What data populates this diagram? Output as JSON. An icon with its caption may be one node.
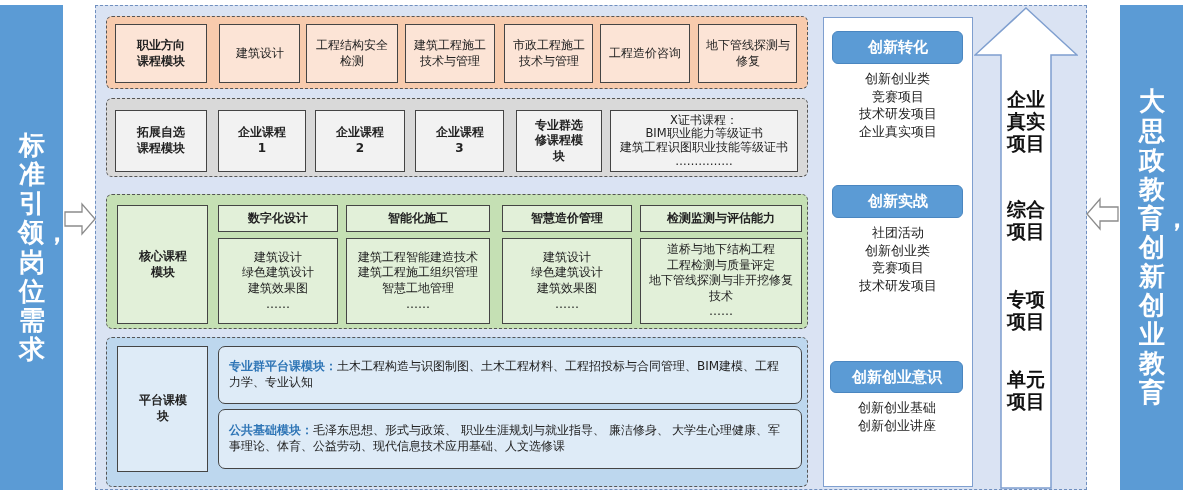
{
  "diagram": {
    "nodes": [
      {
        "text": [
          "标准引领，岗位需求"
        ]
      },
      {
        "text": [],
        "shape": "box"
      },
      {
        "text": [],
        "shape": "box",
        "in": 1
      },
      {
        "text": [
          "职业方向课程模块"
        ],
        "in": 2
      },
      {
        "text": [
          "建筑设计"
        ],
        "in": 2
      },
      {
        "text": [
          "工程结构安全检测"
        ],
        "in": 2
      },
      {
        "text": [
          "建筑工程施工技术与管理"
        ],
        "in": 2
      },
      {
        "text": [
          "市政工程施工技术与管理"
        ],
        "in": 2
      },
      {
        "text": [
          "工程造价咨询"
        ],
        "in": 2
      },
      {
        "text": [
          "地下管线探测与修复"
        ],
        "in": 2
      },
      {
        "text": [],
        "shape": "box",
        "in": 1
      },
      {
        "text": [
          "拓展自选课程模块"
        ],
        "in": 10
      },
      {
        "text": [
          "企业课程1"
        ],
        "in": 10
      },
      {
        "text": [
          "企业课程2"
        ],
        "in": 10
      },
      {
        "text": [
          "企业课程3"
        ],
        "in": 10
      },
      {
        "text": [
          "专业群选修课程模块"
        ],
        "in": 10
      },
      {
        "text": [
          "X证书课程：",
          "BIM职业能力等级证书",
          "建筑工程识图职业技能等级证书",
          "……………"
        ],
        "in": 10
      },
      {
        "text": [],
        "shape": "box",
        "in": 1
      },
      {
        "text": [
          "核心课程模块"
        ],
        "in": 17
      },
      {
        "text": [
          "数字化设计"
        ],
        "in": 17
      },
      {
        "text": [
          "建筑设计",
          "绿色建筑设计",
          "建筑效果图",
          "……"
        ],
        "in": 17
      },
      {
        "text": [
          "智能化施工"
        ],
        "in": 17
      },
      {
        "text": [
          "建筑工程智能建造技术",
          "建筑工程施工组织管理",
          "智慧工地管理",
          "……"
        ],
        "in": 17
      },
      {
        "text": [
          "智慧造价管理"
        ],
        "in": 17
      },
      {
        "text": [
          "建筑设计",
          "绿色建筑设计",
          "建筑效果图",
          "……"
        ],
        "in": 17
      },
      {
        "text": [
          "检测监测与评估能力"
        ],
        "in": 17
      },
      {
        "text": [
          "道桥与地下结构工程",
          "工程检测与质量评定",
          "地下管线探测与非开挖修复技术",
          "……"
        ],
        "in": 17
      },
      {
        "text": [],
        "shape": "box",
        "in": 1
      },
      {
        "text": [
          "平台课模块"
        ],
        "in": 27
      },
      {
        "text": [
          "**专业群平台课模块：**土木工程构造与识图制图、土木工程材料、工程招投标与合同管理、BIM建模、工程力学、专业认知"
        ],
        "in": 27
      },
      {
        "text": [
          "**公共基础模块：**毛泽东思想、形式与政策、 职业生涯规划与就业指导、 廉洁修身、 大学生心理健康、军事理论、体育、公益劳动、现代信息技术应用基础、人文选修课"
        ],
        "in": 27
      },
      {
        "text": [],
        "shape": "box",
        "in": 1
      },
      {
        "text": [
          "创新转化"
        ],
        "in": 31,
        "beside": [
          "创新创业类",
          "竞赛项目",
          "技术研发项目",
          "企业真实项目"
        ]
      },
      {
        "text": [
          "创新实战"
        ],
        "in": 31,
        "beside": [
          "社团活动",
          "创新创业类",
          "竞赛项目",
          "技术研发项目"
        ]
      },
      {
        "text": [
          "创新创业意识"
        ],
        "in": 31,
        "beside": [
          "创新创业基础",
          "创新创业讲座"
        ]
      },
      {
        "text": [
          "企业真实项目",
          "综合项目",
          "专项项目",
          "单元项目"
        ],
        "in": 1
      },
      {
        "text": [
          "大思政教育，创新创业教育"
        ]
      }
    ],
    "edges": [
      {
        "from": 0,
        "to": 1,
        "arrow": "to"
      },
      {
        "from": 36,
        "to": 1,
        "arrow": "to"
      }
    ]
  }
}
